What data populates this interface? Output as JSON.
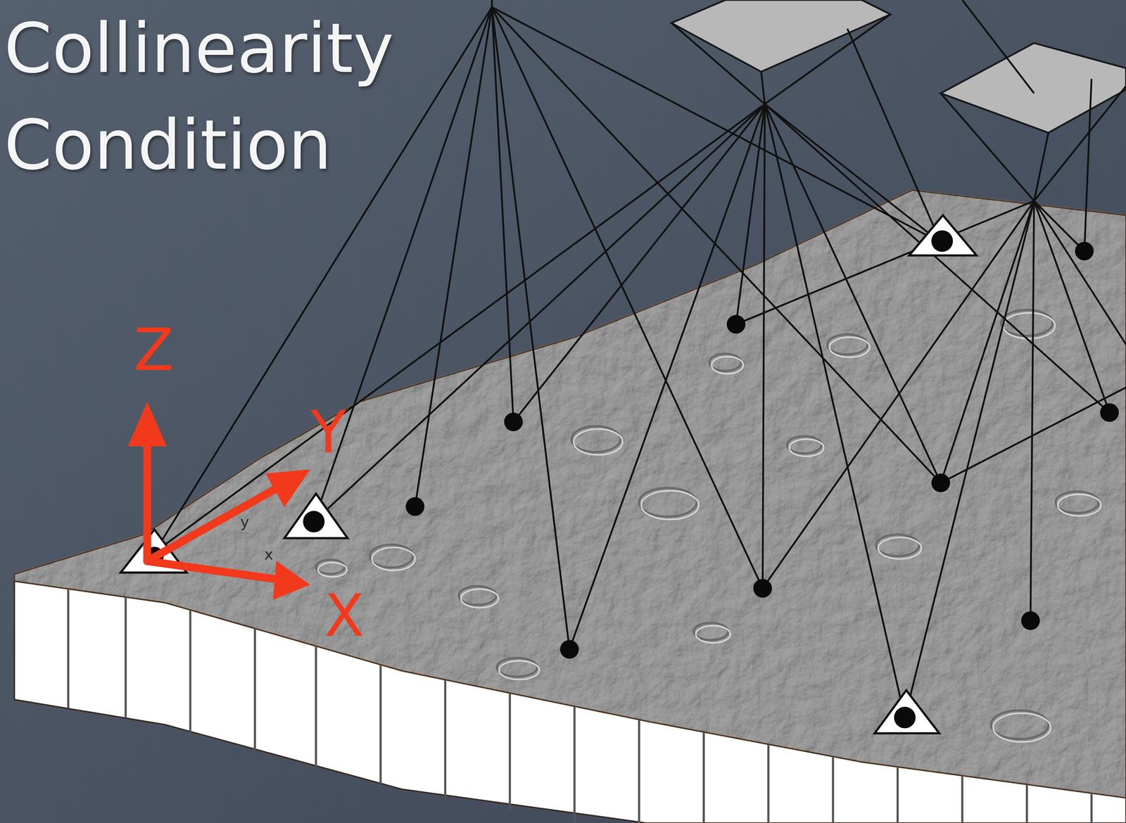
{
  "diagram": {
    "title": "Collinearity Condition",
    "labels": [
      "Z",
      "Y",
      "X",
      "y",
      "x"
    ]
  }
}
